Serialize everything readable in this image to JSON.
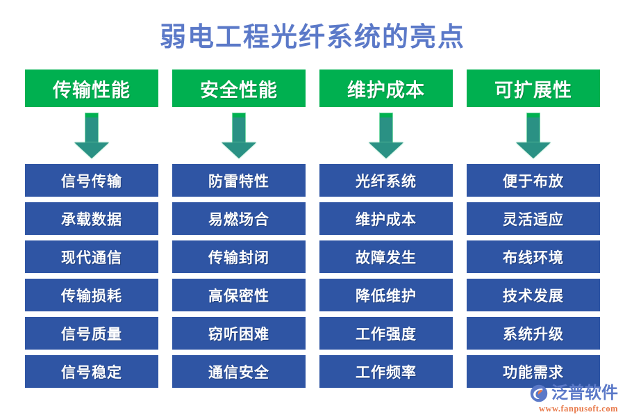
{
  "page": {
    "title": "弱电工程光纤系统的亮点",
    "background_color": "#ffffff",
    "title_color": "#5B79C8"
  },
  "theme": {
    "header_green": "#00B050",
    "item_blue": "#2F55A4",
    "arrow_teal": "#2A9184",
    "arrow_outline": "#76D8A6",
    "text_white": "#ffffff"
  },
  "columns": [
    {
      "header": "传输性能",
      "arrow": "down-arrow-icon",
      "items": [
        "信号传输",
        "承载数据",
        "现代通信",
        "传输损耗",
        "信号质量",
        "信号稳定"
      ]
    },
    {
      "header": "安全性能",
      "arrow": "down-arrow-icon",
      "items": [
        "防雷特性",
        "易燃场合",
        "传输封闭",
        "高保密性",
        "窃听困难",
        "通信安全"
      ]
    },
    {
      "header": "维护成本",
      "arrow": "down-arrow-icon",
      "items": [
        "光纤系统",
        "维护成本",
        "故障发生",
        "降低维护",
        "工作强度",
        "工作频率"
      ]
    },
    {
      "header": "可扩展性",
      "arrow": "down-arrow-icon",
      "items": [
        "便于布放",
        "灵活适应",
        "布线环境",
        "技术发展",
        "系统升级",
        "功能需求"
      ]
    }
  ],
  "logo": {
    "mark": "fanpu-logo-icon",
    "name": "泛普软件",
    "url": "www.fanpusoft.com",
    "name_color": "#5B79C8",
    "url_color": "#E8794A"
  }
}
